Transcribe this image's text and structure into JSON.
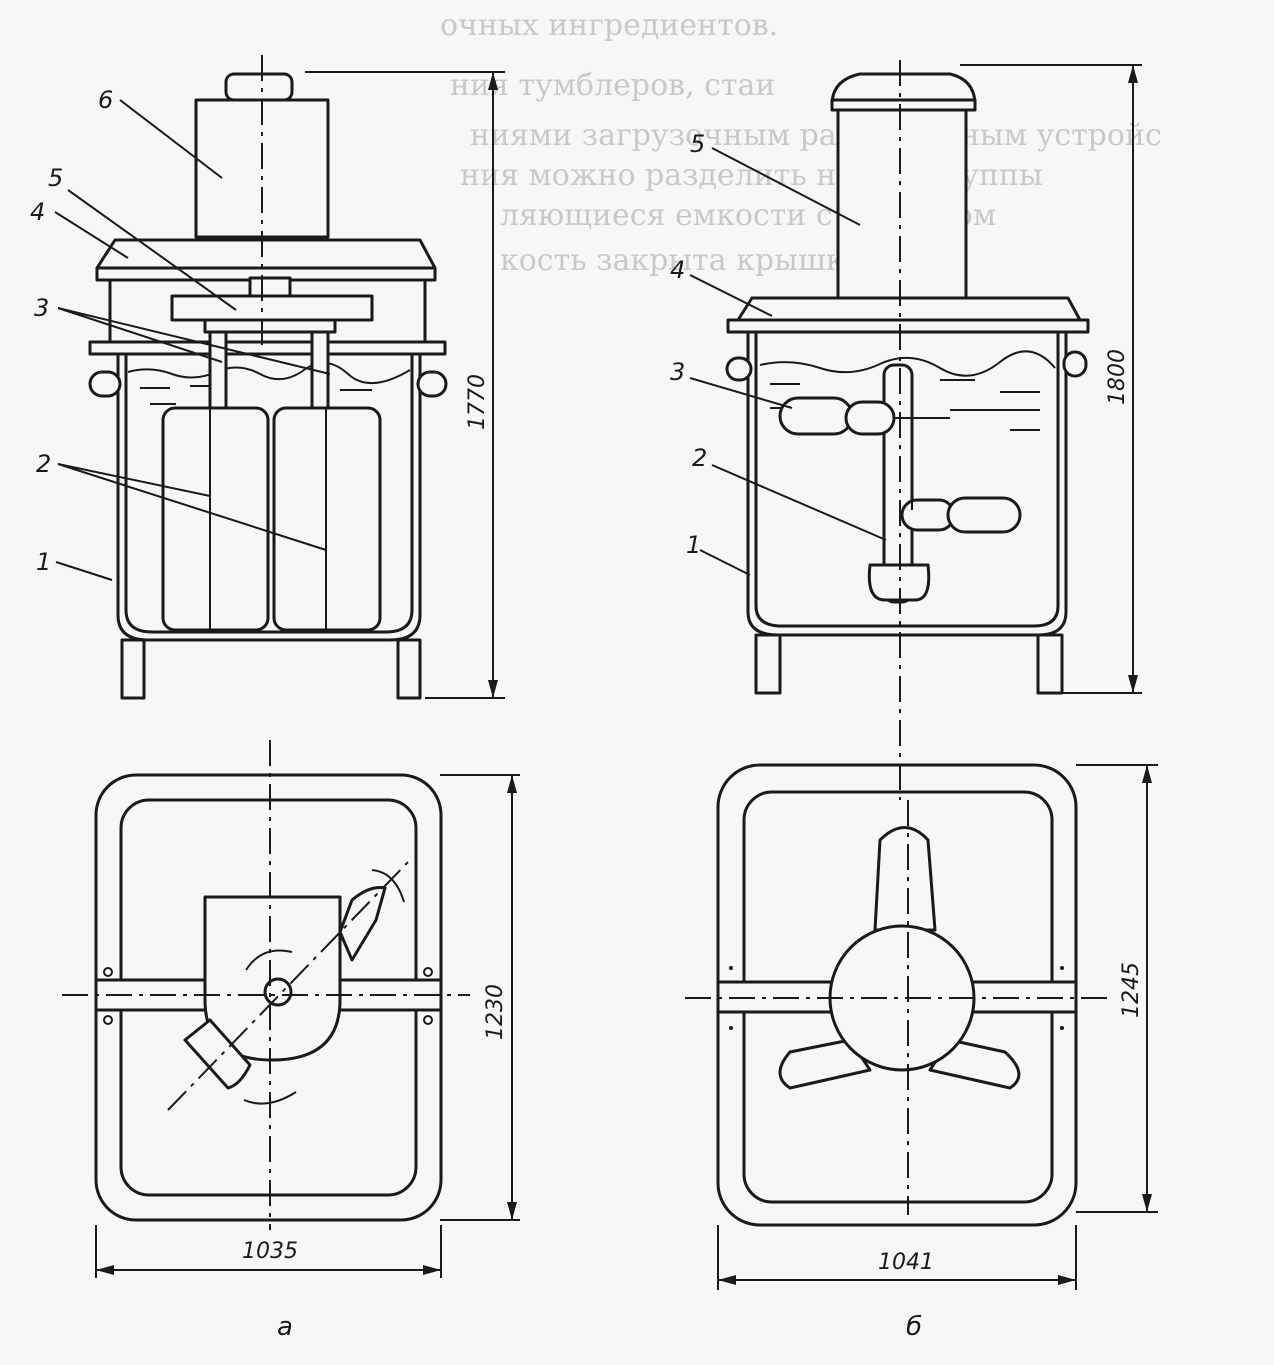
{
  "figure_a": {
    "callouts": [
      "6",
      "5",
      "4",
      "3",
      "2",
      "1"
    ],
    "dim_height": "1770",
    "dim_depth": "1230",
    "dim_width": "1035",
    "caption": "а"
  },
  "figure_b": {
    "callouts": [
      "5",
      "4",
      "3",
      "2",
      "1"
    ],
    "dim_height": "1800",
    "dim_depth": "1245",
    "dim_width": "1041",
    "caption": "б"
  },
  "bleed_through_text": [
    "очных ингредиентов.",
    "ния тумблеров, стаи",
    "ниями загрузочным разгрузочным устройс",
    "ния можно разделить на две группы",
    "ляющиеся емкости с приводом",
    "кость закрыта крышкой"
  ],
  "colors": {
    "line": "#1a1a1a",
    "paper": "#f7f7f5",
    "bleed": "#c9c9c9"
  }
}
